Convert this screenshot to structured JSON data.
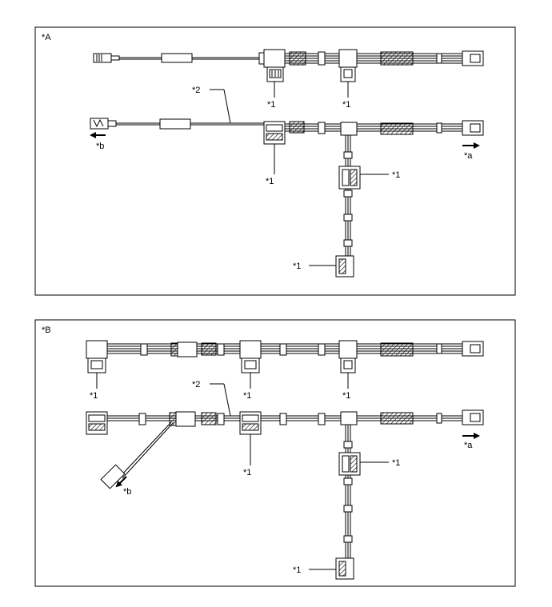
{
  "colors": {
    "line": "#000000",
    "background": "#ffffff",
    "hatch": "#000000"
  },
  "panels": [
    {
      "label": "*A",
      "callouts": {
        "connector": "*1",
        "wire": "*2",
        "end_a": "*a",
        "end_b": "*b"
      }
    },
    {
      "label": "*B",
      "callouts": {
        "connector": "*1",
        "wire": "*2",
        "end_a": "*a",
        "end_b": "*b"
      }
    }
  ]
}
